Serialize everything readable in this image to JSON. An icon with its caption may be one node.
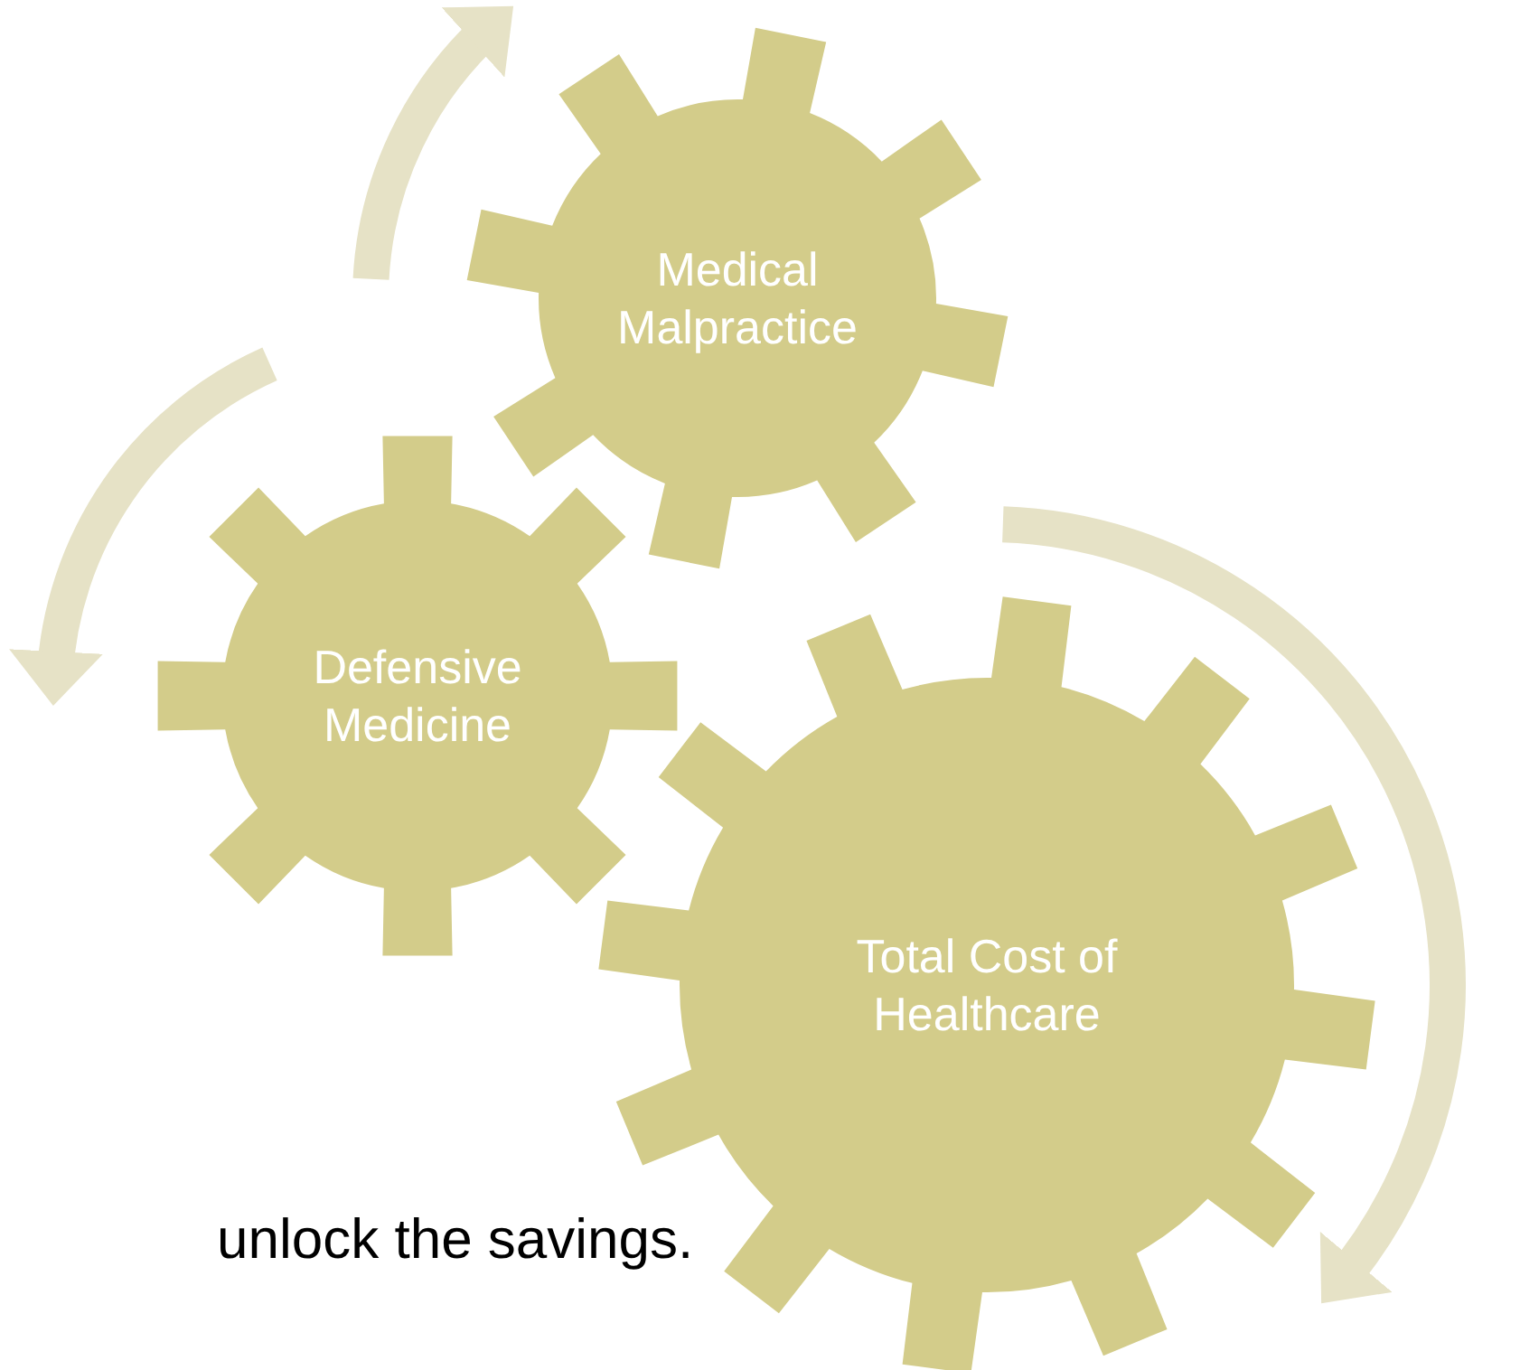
{
  "diagram": {
    "nodes": [
      {
        "text": [
          "Medical Malpractice"
        ]
      },
      {
        "text": [
          "Defensive Medicine"
        ]
      },
      {
        "text": [
          "Total Cost of Healthcare"
        ]
      }
    ],
    "labels": [
      "unlock the savings."
    ]
  }
}
